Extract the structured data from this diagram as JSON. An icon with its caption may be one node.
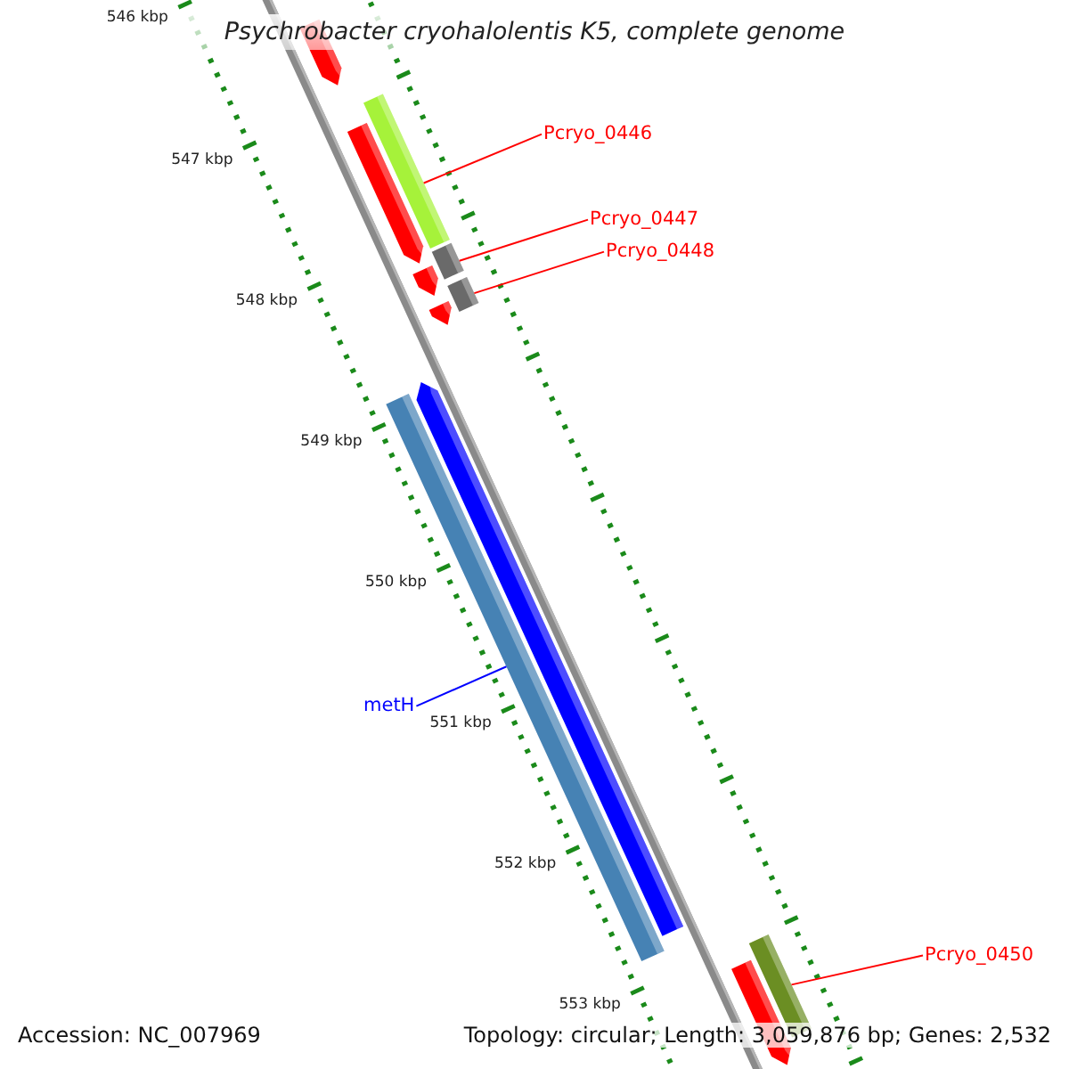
{
  "diagram": {
    "title": "Psychrobacter cryohalolentis K5, complete genome",
    "nodes": [
      {
        "text": [
          "Pcryo_0446"
        ]
      },
      {
        "text": [],
        "shape": "bar"
      },
      {
        "text": [
          "Pcryo_0447"
        ]
      },
      {
        "text": [],
        "shape": "bar"
      },
      {
        "text": [
          "Pcryo_0448"
        ]
      },
      {
        "text": [],
        "shape": "bar"
      },
      {
        "text": [
          "metH"
        ]
      },
      {
        "text": [],
        "shape": "bar"
      },
      {
        "text": [
          "Pcryo_0450"
        ]
      },
      {
        "text": [],
        "shape": "bar"
      }
    ],
    "edges": [
      {
        "from": 0,
        "to": 1,
        "arrow": "none"
      },
      {
        "from": 2,
        "to": 3,
        "arrow": "none"
      },
      {
        "from": 4,
        "to": 5,
        "arrow": "none"
      },
      {
        "from": 6,
        "to": 7,
        "arrow": "none",
        "color": "#0000ff"
      },
      {
        "from": 8,
        "to": 9,
        "arrow": "none"
      }
    ],
    "labels": [
      "546 kbp",
      "547 kbp",
      "548 kbp",
      "549 kbp",
      "550 kbp",
      "551 kbp",
      "552 kbp",
      "553 kbp",
      "Accession: NC_007969",
      "Topology: circular; Length: 3,059,876 bp; Genes: 2,532"
    ]
  }
}
